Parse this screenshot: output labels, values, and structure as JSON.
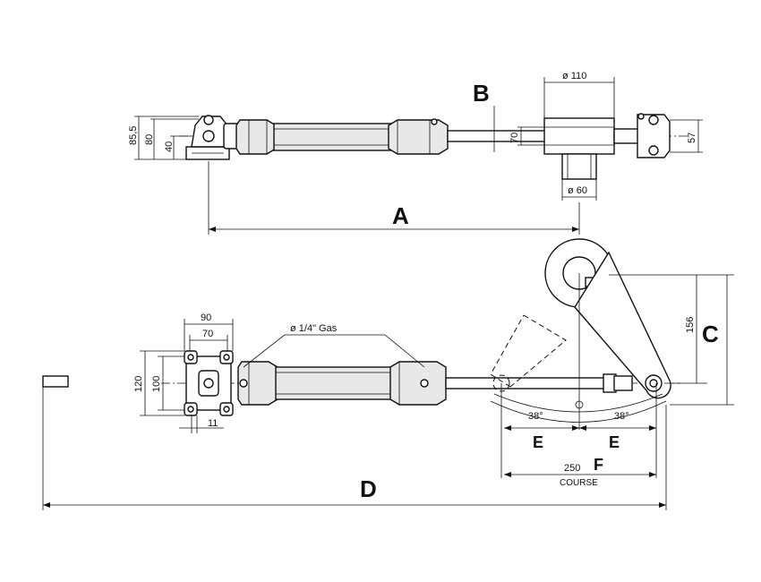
{
  "labels": {
    "A": "A",
    "B": "B",
    "C": "C",
    "D": "D",
    "E1": "E",
    "E2": "E",
    "F": "F",
    "course": "COURSE"
  },
  "dimensions": {
    "h85": "85,5",
    "h80": "80",
    "h40": "40",
    "d110": "ø 110",
    "d60": "ø 60",
    "h70": "70",
    "h57": "57",
    "w90": "90",
    "w70": "70",
    "h120": "120",
    "h100": "100",
    "w11": "11",
    "gas": "ø 1/4\" Gas",
    "h156": "156",
    "ang1": "38°",
    "ang2": "38°",
    "stroke": "250"
  }
}
